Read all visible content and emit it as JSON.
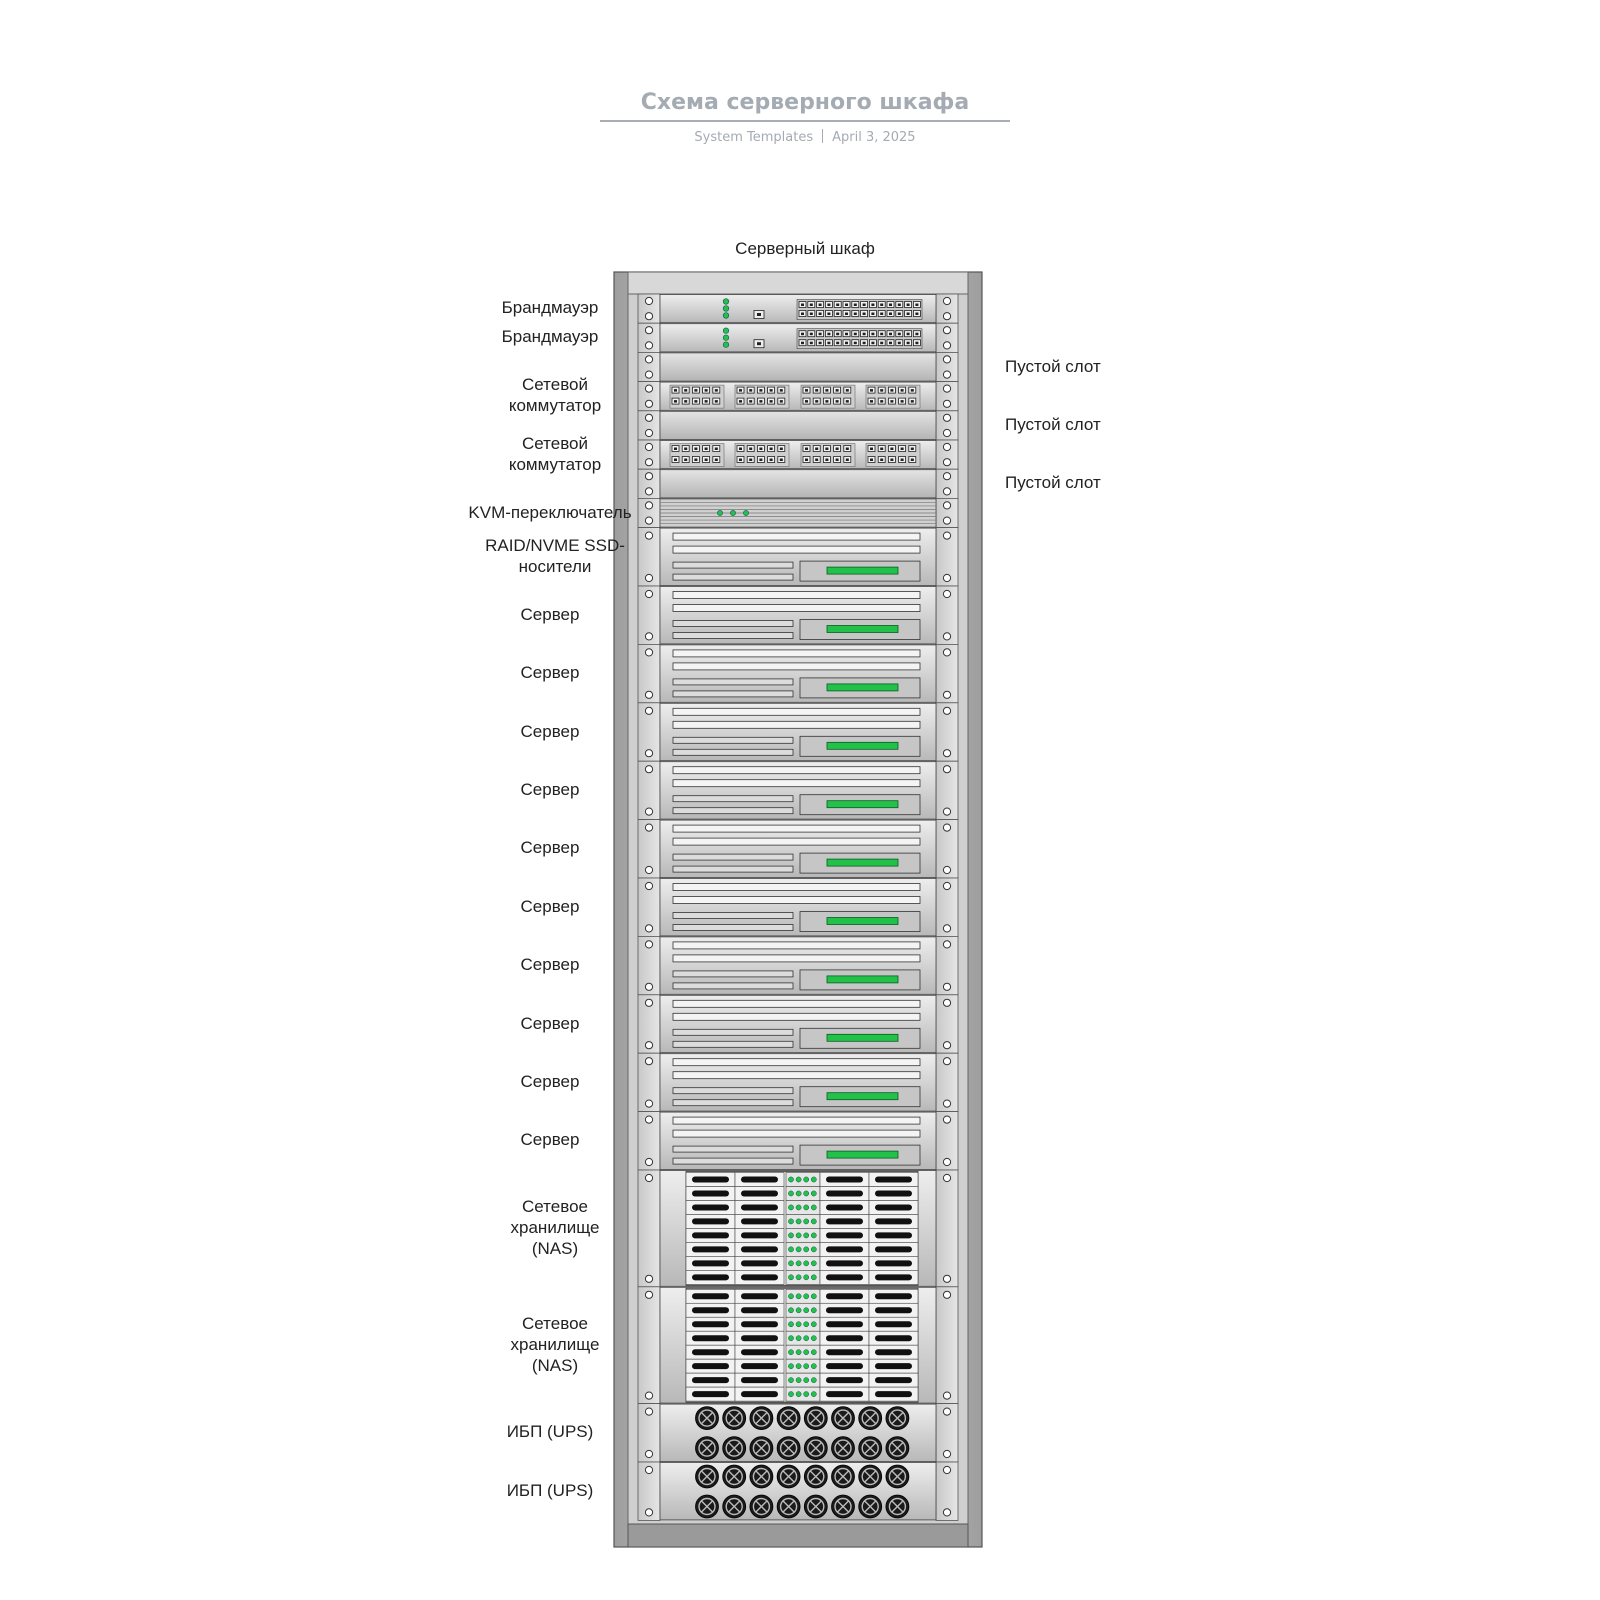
{
  "header": {
    "title": "Схема серверного шкафа",
    "source": "System Templates",
    "date": "April 3, 2025"
  },
  "rack": {
    "title": "Серверный шкаф",
    "units": [
      {
        "kind": "firewall",
        "label": "Брандмауэр"
      },
      {
        "kind": "firewall",
        "label": "Брандмауэр"
      },
      {
        "kind": "blank",
        "label": "Пустой слот"
      },
      {
        "kind": "switch",
        "label": "Сетевой коммутатор"
      },
      {
        "kind": "blank",
        "label": "Пустой слот"
      },
      {
        "kind": "switch",
        "label": "Сетевой коммутатор"
      },
      {
        "kind": "blank",
        "label": "Пустой слот"
      },
      {
        "kind": "kvm",
        "label": "KVM-переключатель"
      },
      {
        "kind": "server",
        "label": "RAID/NVME SSD-носители"
      },
      {
        "kind": "server",
        "label": "Сервер"
      },
      {
        "kind": "server",
        "label": "Сервер"
      },
      {
        "kind": "server",
        "label": "Сервер"
      },
      {
        "kind": "server",
        "label": "Сервер"
      },
      {
        "kind": "server",
        "label": "Сервер"
      },
      {
        "kind": "server",
        "label": "Сервер"
      },
      {
        "kind": "server",
        "label": "Сервер"
      },
      {
        "kind": "server",
        "label": "Сервер"
      },
      {
        "kind": "server",
        "label": "Сервер"
      },
      {
        "kind": "server",
        "label": "Сервер"
      },
      {
        "kind": "nas",
        "label": "Сетевое хранилище (NAS)"
      },
      {
        "kind": "nas",
        "label": "Сетевое хранилище (NAS)"
      },
      {
        "kind": "ups",
        "label": "ИБП (UPS)"
      },
      {
        "kind": "ups",
        "label": "ИБП (UPS)"
      }
    ]
  },
  "colors": {
    "led": "#22c24a",
    "frame": "#b9b9b9",
    "panel": "#d4d4d4"
  }
}
